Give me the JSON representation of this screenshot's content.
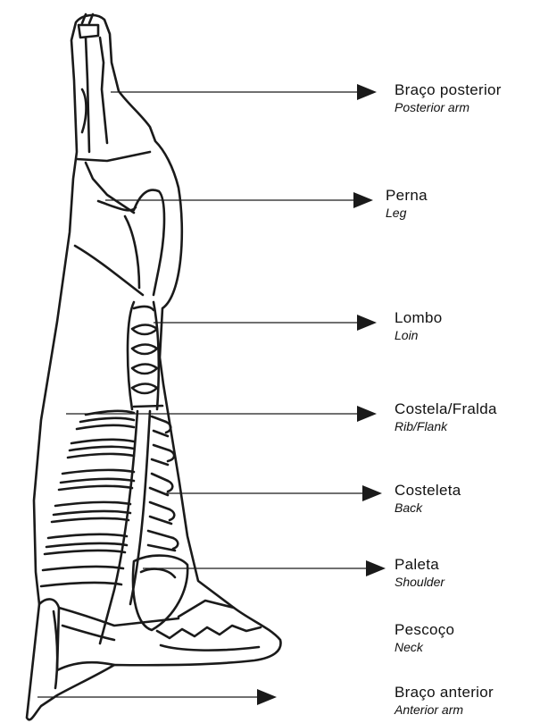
{
  "colors": {
    "line": "#1a1a1a",
    "text": "#111111",
    "background": "#ffffff"
  },
  "labels": [
    {
      "id": "braco-posterior",
      "pt": "Braço  posterior",
      "en": "Posterior arm"
    },
    {
      "id": "perna",
      "pt": "Perna",
      "en": "Leg"
    },
    {
      "id": "lombo",
      "pt": "Lombo",
      "en": "Loin"
    },
    {
      "id": "costela-fralda",
      "pt": "Costela/Fralda",
      "en": "Rib/Flank"
    },
    {
      "id": "costeleta",
      "pt": "Costeleta",
      "en": "Back"
    },
    {
      "id": "paleta",
      "pt": "Paleta",
      "en": "Shoulder"
    },
    {
      "id": "pescoco",
      "pt": "Pescoço",
      "en": "Neck"
    },
    {
      "id": "braco-anterior",
      "pt": "Braço  anterior",
      "en": "Anterior arm"
    }
  ]
}
